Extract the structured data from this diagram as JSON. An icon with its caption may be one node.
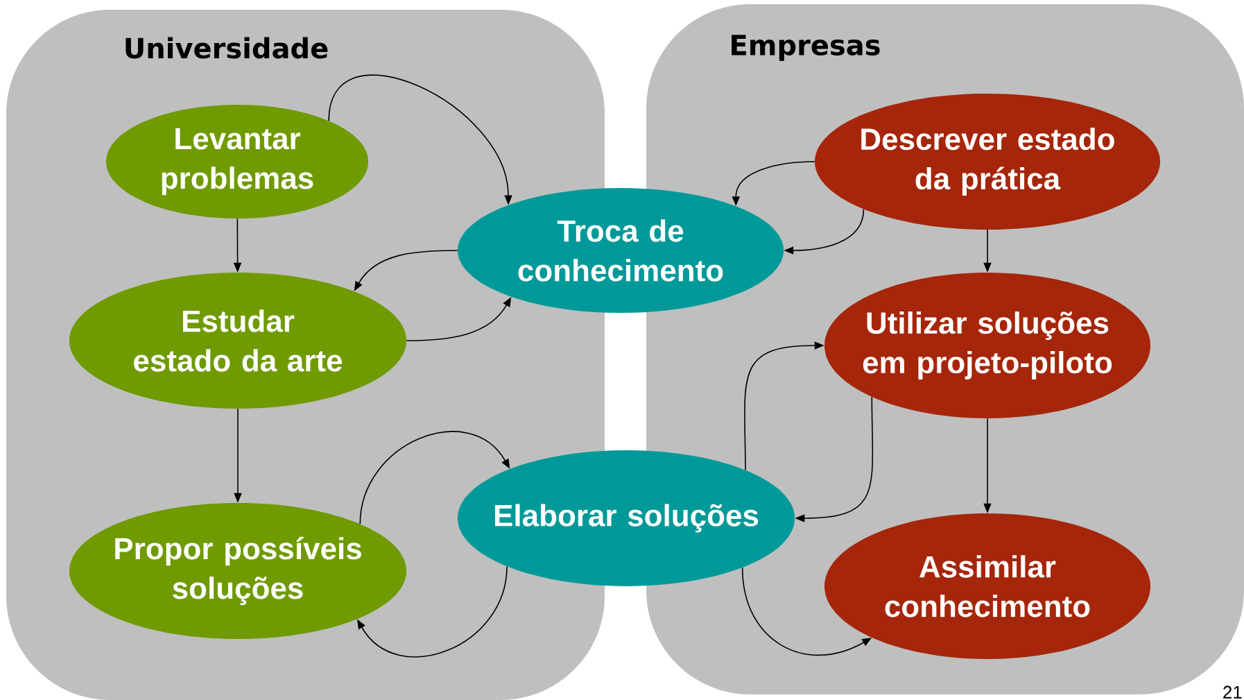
{
  "diagram": {
    "nodes": [
      {
        "text": [
          "Universidade"
        ]
      },
      {
        "text": [
          "Empresas"
        ]
      },
      {
        "text": [
          "Levantar problemas"
        ],
        "in": 0
      },
      {
        "text": [
          "Estudar estado da arte"
        ],
        "in": 0
      },
      {
        "text": [
          "Propor possíveis soluções"
        ],
        "in": 0
      },
      {
        "text": [
          "Troca de conhecimento"
        ]
      },
      {
        "text": [
          "Elaborar soluções"
        ]
      },
      {
        "text": [
          "Descrever estado da prática"
        ],
        "in": 1
      },
      {
        "text": [
          "Utilizar soluções em projeto-piloto"
        ],
        "in": 1
      },
      {
        "text": [
          "Assimilar conhecimento"
        ],
        "in": 1
      }
    ],
    "edges": [
      {
        "from": 2,
        "to": 5,
        "arrow": "to"
      },
      {
        "from": 2,
        "to": 3,
        "arrow": "to"
      },
      {
        "from": 5,
        "to": 3,
        "arrow": "to"
      },
      {
        "from": 3,
        "to": 5,
        "arrow": "to"
      },
      {
        "from": 3,
        "to": 4,
        "arrow": "to"
      },
      {
        "from": 4,
        "to": 6,
        "arrow": "to"
      },
      {
        "from": 6,
        "to": 4,
        "arrow": "to"
      },
      {
        "from": 7,
        "to": 5,
        "arrow": "to"
      },
      {
        "from": 7,
        "to": 5,
        "arrow": "to"
      },
      {
        "from": 7,
        "to": 8,
        "arrow": "to"
      },
      {
        "from": 6,
        "to": 8,
        "arrow": "to"
      },
      {
        "from": 8,
        "to": 6,
        "arrow": "to"
      },
      {
        "from": 8,
        "to": 9,
        "arrow": "to"
      },
      {
        "from": 6,
        "to": 9,
        "arrow": "to"
      }
    ],
    "labels": [
      "21"
    ]
  }
}
